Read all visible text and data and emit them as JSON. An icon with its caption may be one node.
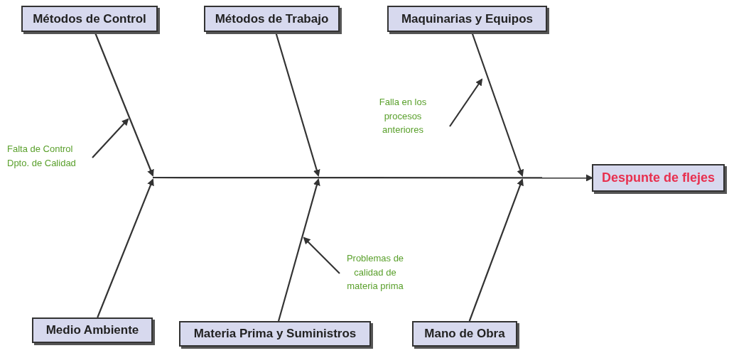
{
  "diagram": {
    "nodes": [
      {
        "text": [
          "Métodos de Control"
        ]
      },
      {
        "text": [
          "Métodos de Trabajo"
        ]
      },
      {
        "text": [
          "Maquinarias y Equipos"
        ]
      },
      {
        "text": [
          "Falla en los procesos anteriores"
        ]
      },
      {
        "text": [
          "Falta de Control Dpto. de Calidad"
        ]
      },
      {
        "text": [
          "Despunte de flejes"
        ]
      },
      {
        "text": [
          "Problemas de calidad de materia prima"
        ]
      },
      {
        "text": [
          "Medio Ambiente"
        ]
      },
      {
        "text": [
          "Materia Prima y Suministros"
        ]
      },
      {
        "text": [
          "Mano de Obra"
        ]
      }
    ],
    "edges": [
      {
        "from": null,
        "to": 5,
        "arrow": "to"
      },
      {
        "from": 0,
        "to": null,
        "arrow": "to"
      },
      {
        "from": 1,
        "to": null,
        "arrow": "to"
      },
      {
        "from": 2,
        "to": null,
        "arrow": "to"
      },
      {
        "from": 7,
        "to": null,
        "arrow": "to"
      },
      {
        "from": 8,
        "to": null,
        "arrow": "to"
      },
      {
        "from": 9,
        "to": null,
        "arrow": "to"
      },
      {
        "from": 4,
        "to": null,
        "arrow": "to"
      },
      {
        "from": 3,
        "to": null,
        "arrow": "to"
      },
      {
        "from": 6,
        "to": null,
        "arrow": "to"
      }
    ]
  }
}
